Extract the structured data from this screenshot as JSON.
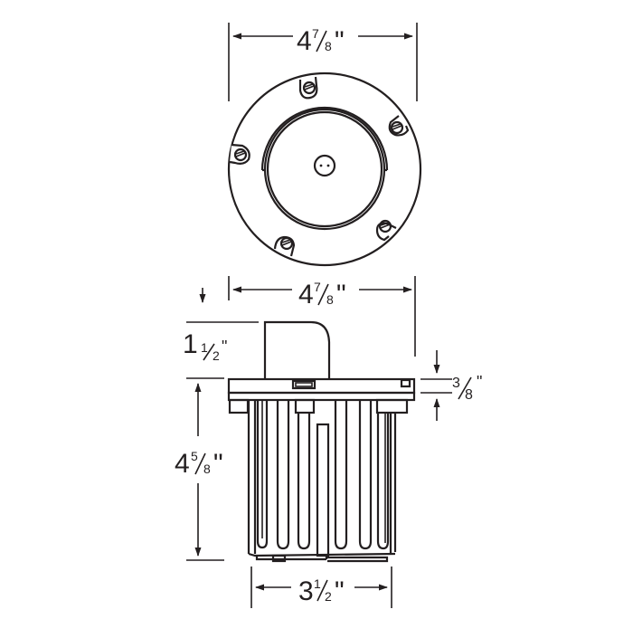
{
  "drawing": {
    "title": "Well light dimensional drawing",
    "line_color": "#231f20",
    "background_color": "#ffffff",
    "views": [
      {
        "name": "top-view",
        "description": "Round faceplate with 5 screw tabs and center lens"
      },
      {
        "name": "side-view",
        "description": "Flange, lamp housing and finned body"
      }
    ],
    "dimensions": {
      "top_width": {
        "whole": "4",
        "num": "7",
        "den": "8",
        "unit": "\""
      },
      "side_width": {
        "whole": "4",
        "num": "7",
        "den": "8",
        "unit": "\""
      },
      "cap_height": {
        "whole": "1",
        "num": "1",
        "den": "2",
        "unit": "\""
      },
      "flange_thickness": {
        "whole": "",
        "num": "3",
        "den": "8",
        "unit": "\""
      },
      "body_height": {
        "whole": "4",
        "num": "5",
        "den": "8",
        "unit": "\""
      },
      "body_width": {
        "whole": "3",
        "num": "1",
        "den": "2",
        "unit": "\""
      }
    },
    "screw_count": 5
  }
}
